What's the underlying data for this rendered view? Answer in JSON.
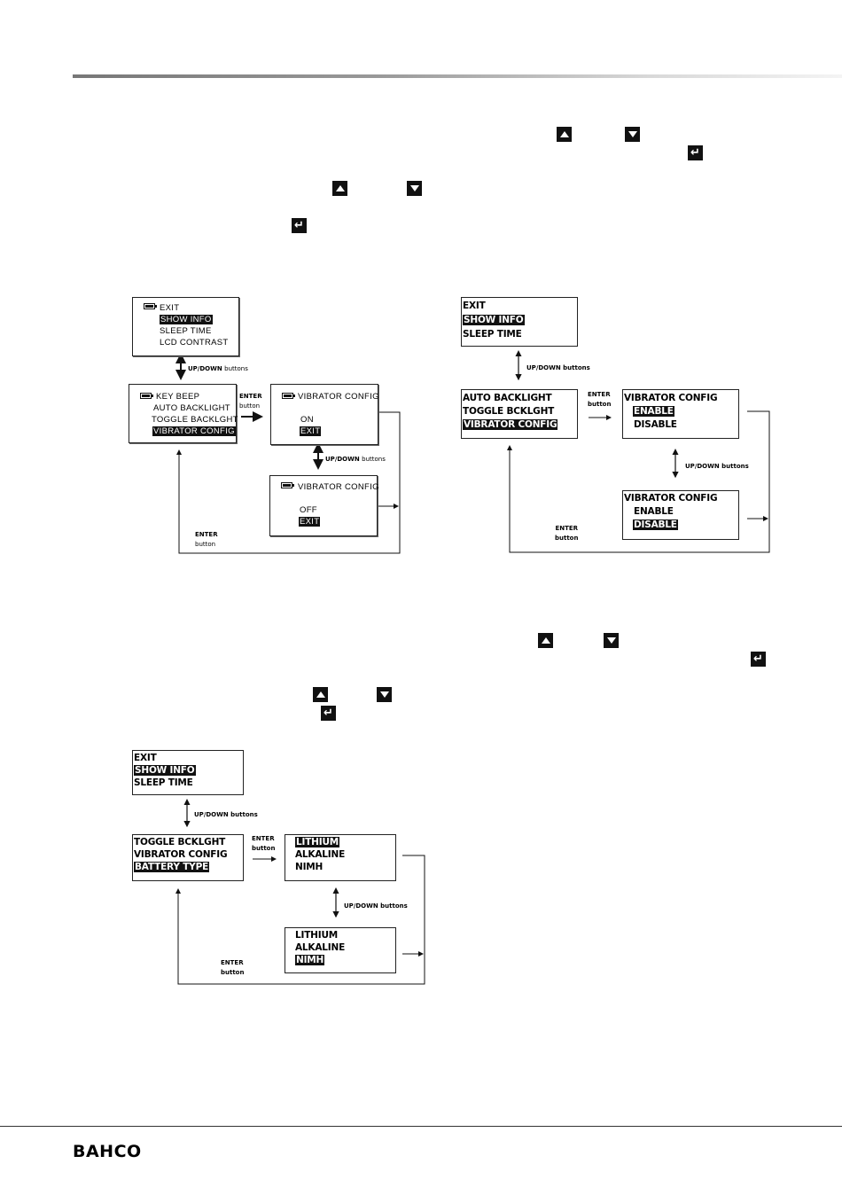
{
  "brand": {
    "logo_text": "BAHCO"
  },
  "icons": {
    "up": "up-arrow-button-icon",
    "down": "down-arrow-button-icon",
    "enter": "enter-button-icon",
    "battery": "battery-icon"
  },
  "labels": {
    "updown_bold": "UP/DOWN",
    "buttons": "buttons",
    "updown_full": "UP/DOWN buttons",
    "enter": "ENTER",
    "button": "button"
  },
  "diagram1": {
    "main_menu": [
      "EXIT",
      "SHOW INFO",
      "SLEEP TIME",
      "LCD CONTRAST"
    ],
    "sub_menu": [
      "KEY BEEP",
      "AUTO BACKLIGHT",
      "TOGGLE BACKLGHT",
      "VIBRATOR CONFIG"
    ],
    "vib_on": {
      "title": "VIBRATOR CONFIG",
      "state": "ON",
      "exit": "EXIT"
    },
    "vib_off": {
      "title": "VIBRATOR CONFIG",
      "state": "OFF",
      "exit": "EXIT"
    }
  },
  "diagram2": {
    "main_menu": [
      "EXIT",
      "SHOW INFO",
      "SLEEP TIME"
    ],
    "sub_menu": [
      "AUTO BACKLIGHT",
      "TOGGLE BCKLGHT",
      "VIBRATOR CONFIG"
    ],
    "vib_enable": {
      "title": "VIBRATOR CONFIG",
      "opt1": "ENABLE",
      "opt2": "DISABLE"
    },
    "vib_disable": {
      "title": "VIBRATOR CONFIG",
      "opt1": "ENABLE",
      "opt2": "DISABLE"
    }
  },
  "diagram3": {
    "main_menu": [
      "EXIT",
      "SHOW INFO",
      "SLEEP TIME"
    ],
    "sub_menu": [
      "TOGGLE BCKLGHT",
      "VIBRATOR CONFIG",
      "BATTERY TYPE"
    ],
    "bat_lithium": [
      "LITHIUM",
      "ALKALINE",
      "NIMH"
    ],
    "bat_nimh": [
      "LITHIUM",
      "ALKALINE",
      "NIMH"
    ]
  }
}
